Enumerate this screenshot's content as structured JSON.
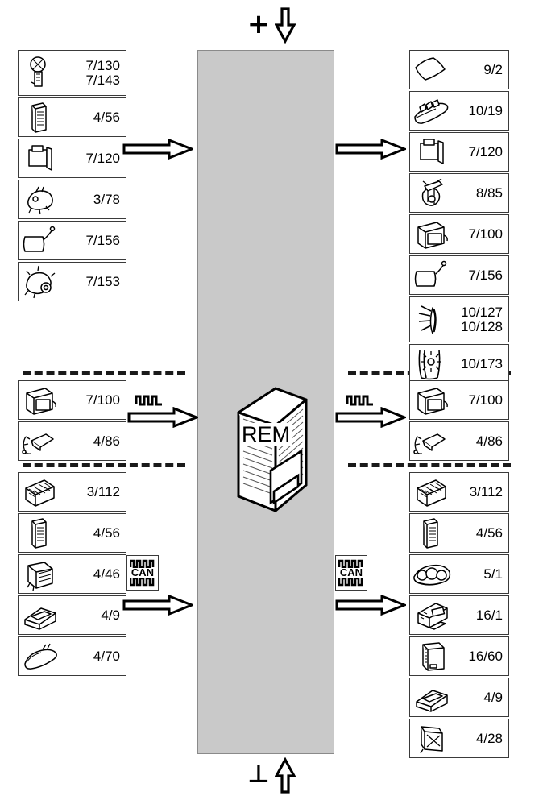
{
  "diagram": {
    "title": "REM module input/output component diagram",
    "center_module_label": "REM",
    "top_symbol": {
      "sign": "+",
      "icon": "down-arrow-icon"
    },
    "bottom_symbol": {
      "sign": "⊥",
      "icon": "up-arrow-icon"
    },
    "bus_badge_label": "CAN",
    "colors": {
      "panel_fill": "#c9c9c9",
      "panel_border": "#8a8a8a",
      "box_border": "#3a3a3a",
      "ink": "#000000",
      "page_background": "#ffffff"
    }
  },
  "left": {
    "top_group": [
      {
        "code": "7/130\n7/143",
        "icon": "fuel-pump-sender-icon"
      },
      {
        "code": "4/56",
        "icon": "relay-module-icon"
      },
      {
        "code": "7/120",
        "icon": "fuel-filler-flap-icon"
      },
      {
        "code": "3/78",
        "icon": "wiper-motor-icon"
      },
      {
        "code": "7/156",
        "icon": "cylindrical-canister-icon"
      },
      {
        "code": "7/153",
        "icon": "pump-assembly-icon"
      }
    ],
    "mid_group": [
      {
        "code": "7/100",
        "icon": "square-actuator-icon"
      },
      {
        "code": "4/86",
        "icon": "cable-connector-icon"
      }
    ],
    "bottom_group": [
      {
        "code": "3/112",
        "icon": "multi-pin-connector-icon"
      },
      {
        "code": "4/56",
        "icon": "relay-module-icon"
      },
      {
        "code": "4/46",
        "icon": "control-unit-icon"
      },
      {
        "code": "4/9",
        "icon": "lamp-housing-icon"
      },
      {
        "code": "4/70",
        "icon": "rear-view-mirror-icon"
      }
    ]
  },
  "right": {
    "top_group": [
      {
        "code": "9/2",
        "icon": "flat-panel-icon"
      },
      {
        "code": "10/19",
        "icon": "trim-strip-icon"
      },
      {
        "code": "7/120",
        "icon": "fuel-filler-flap-icon"
      },
      {
        "code": "8/85",
        "icon": "motor-actuator-icon"
      },
      {
        "code": "7/100",
        "icon": "square-actuator-icon"
      },
      {
        "code": "7/156",
        "icon": "cylindrical-canister-icon"
      },
      {
        "code": "10/127\n10/128",
        "icon": "interior-lamp-icon"
      },
      {
        "code": "10/173",
        "icon": "door-lamp-icon"
      }
    ],
    "mid_group": [
      {
        "code": "7/100",
        "icon": "square-actuator-icon"
      },
      {
        "code": "4/86",
        "icon": "cable-connector-icon"
      }
    ],
    "bottom_group": [
      {
        "code": "3/112",
        "icon": "multi-pin-connector-icon"
      },
      {
        "code": "4/56",
        "icon": "relay-module-icon"
      },
      {
        "code": "5/1",
        "icon": "instrument-cluster-icon"
      },
      {
        "code": "16/1",
        "icon": "radio-head-unit-icon"
      },
      {
        "code": "16/60",
        "icon": "amplifier-module-icon"
      },
      {
        "code": "4/9",
        "icon": "lamp-housing-icon"
      },
      {
        "code": "4/28",
        "icon": "door-control-module-icon"
      }
    ]
  },
  "arrows": {
    "left_top": "signal-arrow-right",
    "right_top": "signal-arrow-right",
    "left_mid": "pulse-arrow-right",
    "right_mid": "pulse-arrow-right",
    "left_bottom": "can-arrow-right",
    "right_bottom": "can-arrow-right"
  }
}
